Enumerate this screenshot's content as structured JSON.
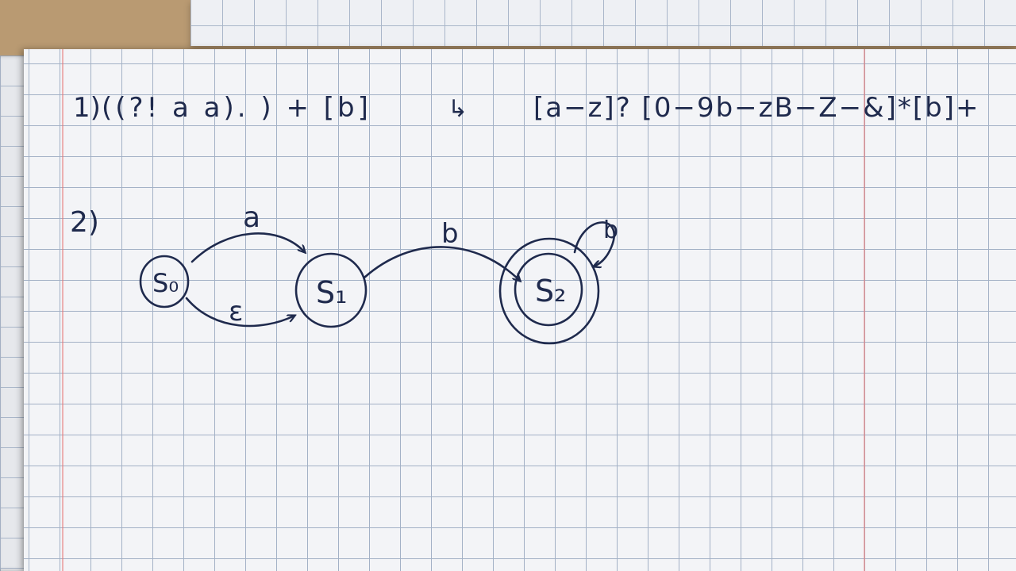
{
  "exercise_1": {
    "number": "1)",
    "regex_left": "((?! a a). ) + [b]",
    "arrow": "↳",
    "regex_right": "[a−z]? [0−9b−zB−Z−&]*[b]+"
  },
  "exercise_2": {
    "number": "2)",
    "states": [
      {
        "id": "S0",
        "label": "S₀",
        "accepting": false
      },
      {
        "id": "S1",
        "label": "S₁",
        "accepting": false
      },
      {
        "id": "S2",
        "label": "S₂",
        "accepting": true
      }
    ],
    "transitions": [
      {
        "from": "S0",
        "to": "S1",
        "label": "a"
      },
      {
        "from": "S0",
        "to": "S1",
        "label": "ε"
      },
      {
        "from": "S1",
        "to": "S2",
        "label": "b"
      },
      {
        "from": "S2",
        "to": "S2",
        "label": "b"
      }
    ]
  },
  "colors": {
    "ink": "#1f2a4d",
    "paper": "#f3f4f7",
    "grid": "#a3b1c6",
    "margin": "#e67878",
    "desk": "#b99a72"
  }
}
